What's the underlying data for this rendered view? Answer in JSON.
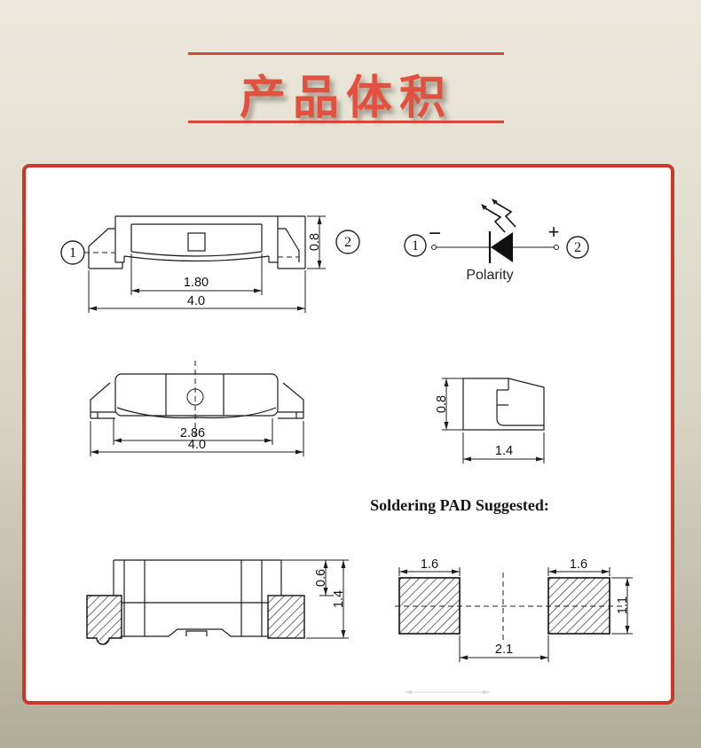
{
  "title": {
    "text": "产品体积"
  },
  "drawings": {
    "front_view": {
      "pin_left": "1",
      "pin_right": "2",
      "dim_inner_width": "1.80",
      "dim_total_width": "4.0",
      "dim_height": "0.8"
    },
    "polarity": {
      "pin_left": "1",
      "pin_right": "2",
      "minus_label": "−",
      "plus_label": "+",
      "caption": "Polarity"
    },
    "top_view": {
      "dim_inner_width": "2.86",
      "dim_total_width": "4.0"
    },
    "end_view": {
      "dim_height": "0.8",
      "dim_width": "1.4"
    },
    "side_view": {
      "dim_standoff": "0.6",
      "dim_total_height": "1.4"
    },
    "pad_layout": {
      "heading": "Soldering PAD Suggested:",
      "dim_pad_width_left": "1.6",
      "dim_pad_width_right": "1.6",
      "dim_pad_height": "1.1",
      "dim_gap": "2.1"
    }
  },
  "colors": {
    "accent_red": "#c9392b",
    "title_red": "#e2503f",
    "line_black": "#1c1c1c",
    "background_top": "#ece9dc",
    "background_bottom": "#b0ac97"
  }
}
